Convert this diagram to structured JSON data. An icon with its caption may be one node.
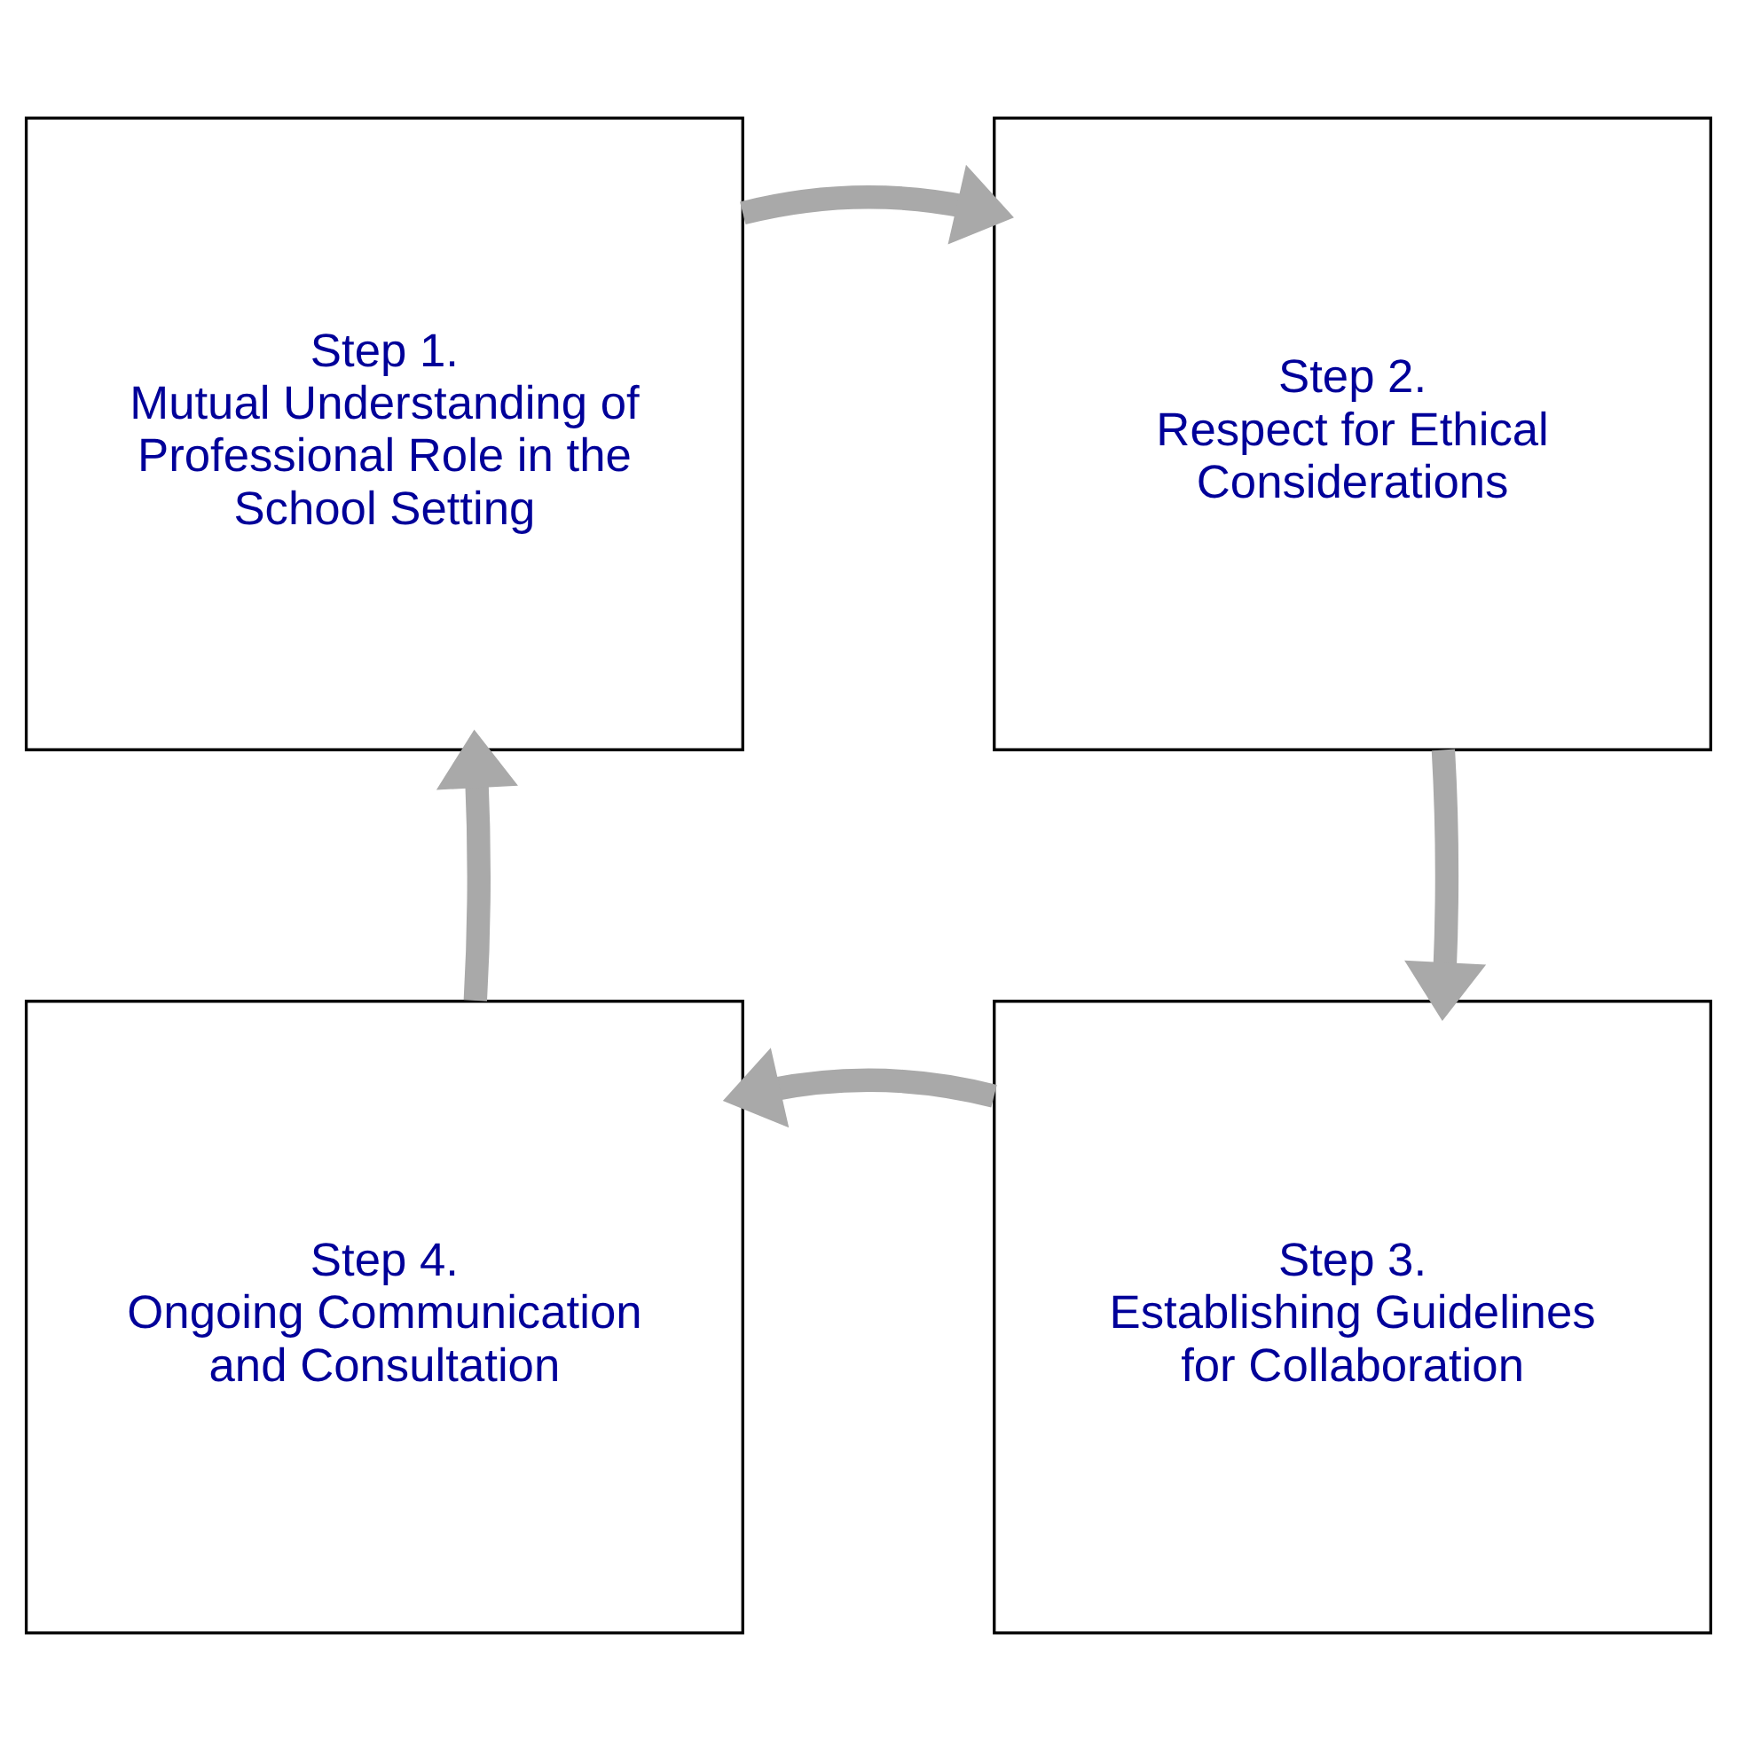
{
  "diagram": {
    "nodes": [
      {
        "text": [
          "Step 1.",
          "Mutual Understanding of Professional Role in the School Setting"
        ]
      },
      {
        "text": [
          "Step 2.",
          "Respect for Ethical Considerations"
        ]
      },
      {
        "text": [
          "Step 3.",
          "Establishing Guidelines for Collaboration"
        ]
      },
      {
        "text": [
          "Step 4.",
          "Ongoing Communication and Consultation"
        ]
      }
    ],
    "edges": [
      {
        "from": 0,
        "to": 1,
        "arrow": "to"
      },
      {
        "from": 1,
        "to": 2,
        "arrow": "to"
      },
      {
        "from": 2,
        "to": 3,
        "arrow": "to"
      },
      {
        "from": 3,
        "to": 0,
        "arrow": "to"
      }
    ]
  }
}
